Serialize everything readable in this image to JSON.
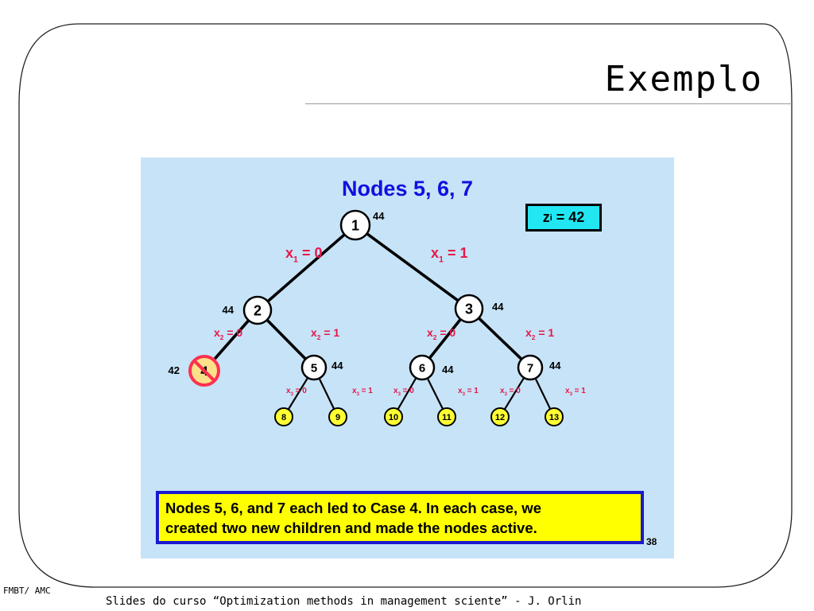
{
  "slide": {
    "title": "Exemplo",
    "footer_left": "FMBT/ AMC",
    "footer_center": "Slides do curso “Optimization methods in management sciente” - J. Orlin"
  },
  "panel": {
    "title": "Nodes 5, 6, 7",
    "incumbent": {
      "var": "z",
      "sub": "i",
      "rest": " = 42"
    },
    "note_lines": [
      "Nodes 5, 6, and 7 each led to Case 4.  In each case, we",
      "created two new children and made the nodes active."
    ],
    "page_number": "38"
  },
  "tree": {
    "nodes": [
      {
        "id": "1",
        "bound": "44",
        "state": "active"
      },
      {
        "id": "2",
        "bound": "44",
        "state": "active"
      },
      {
        "id": "3",
        "bound": "44",
        "state": "active"
      },
      {
        "id": "4",
        "bound": "42",
        "state": "fathomed"
      },
      {
        "id": "5",
        "bound": "44",
        "state": "active"
      },
      {
        "id": "6",
        "bound": "44",
        "state": "active"
      },
      {
        "id": "7",
        "bound": "44",
        "state": "active"
      },
      {
        "id": "8",
        "bound": "",
        "state": "new"
      },
      {
        "id": "9",
        "bound": "",
        "state": "new"
      },
      {
        "id": "10",
        "bound": "",
        "state": "new"
      },
      {
        "id": "11",
        "bound": "",
        "state": "new"
      },
      {
        "id": "12",
        "bound": "",
        "state": "new"
      },
      {
        "id": "13",
        "bound": "",
        "state": "new"
      }
    ],
    "edges": [
      {
        "from": "1",
        "to": "2",
        "var": "x",
        "sub": "1",
        "value": "0"
      },
      {
        "from": "1",
        "to": "3",
        "var": "x",
        "sub": "1",
        "value": "1"
      },
      {
        "from": "2",
        "to": "4",
        "var": "x",
        "sub": "2",
        "value": "0"
      },
      {
        "from": "2",
        "to": "5",
        "var": "x",
        "sub": "2",
        "value": "1"
      },
      {
        "from": "3",
        "to": "6",
        "var": "x",
        "sub": "2",
        "value": "0"
      },
      {
        "from": "3",
        "to": "7",
        "var": "x",
        "sub": "2",
        "value": "1"
      },
      {
        "from": "5",
        "to": "8",
        "var": "x",
        "sub": "3",
        "value": "0"
      },
      {
        "from": "5",
        "to": "9",
        "var": "x",
        "sub": "3",
        "value": "1"
      },
      {
        "from": "6",
        "to": "10",
        "var": "x",
        "sub": "3",
        "value": "0"
      },
      {
        "from": "6",
        "to": "11",
        "var": "x",
        "sub": "3",
        "value": "1"
      },
      {
        "from": "7",
        "to": "12",
        "var": "x",
        "sub": "3",
        "value": "0"
      },
      {
        "from": "7",
        "to": "13",
        "var": "x",
        "sub": "3",
        "value": "1"
      }
    ]
  },
  "colors": {
    "panel_bg": "#c7e3f7",
    "title": "#1010e0",
    "branch_label": "#e8174a",
    "new_node": "#ffff33",
    "fathom_ring": "#ff3050",
    "fathom_fill": "#ffe08a",
    "incumbent_bg": "#22e7f3",
    "note_bg": "#ffff00",
    "note_border": "#1a1ad0"
  }
}
